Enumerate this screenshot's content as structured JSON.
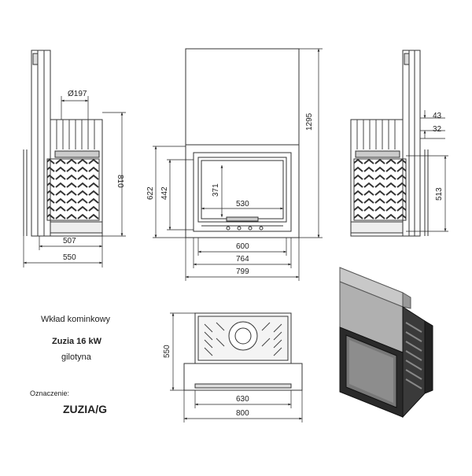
{
  "product": {
    "title": "Wkład kominkowy",
    "model": "Zuzia 16 kW",
    "variant": "gilotyna",
    "marking_caption": "Oznaczenie:",
    "marking_code": "ZUZIA/G"
  },
  "side_view_left": {
    "flue_diameter": "Ø197",
    "height_label": "810",
    "depth_inner": "507",
    "depth_total": "550"
  },
  "front_view": {
    "total_height": "1295",
    "frame_height": "622",
    "door_height": "442",
    "glass_height": "371",
    "glass_width": "530",
    "door_width": "600",
    "frame_width": "764",
    "total_width": "799"
  },
  "side_view_right": {
    "offset_top": "43",
    "offset_second": "32",
    "height_label": "513"
  },
  "top_view": {
    "depth": "550",
    "inner_width": "630",
    "total_width": "800"
  }
}
